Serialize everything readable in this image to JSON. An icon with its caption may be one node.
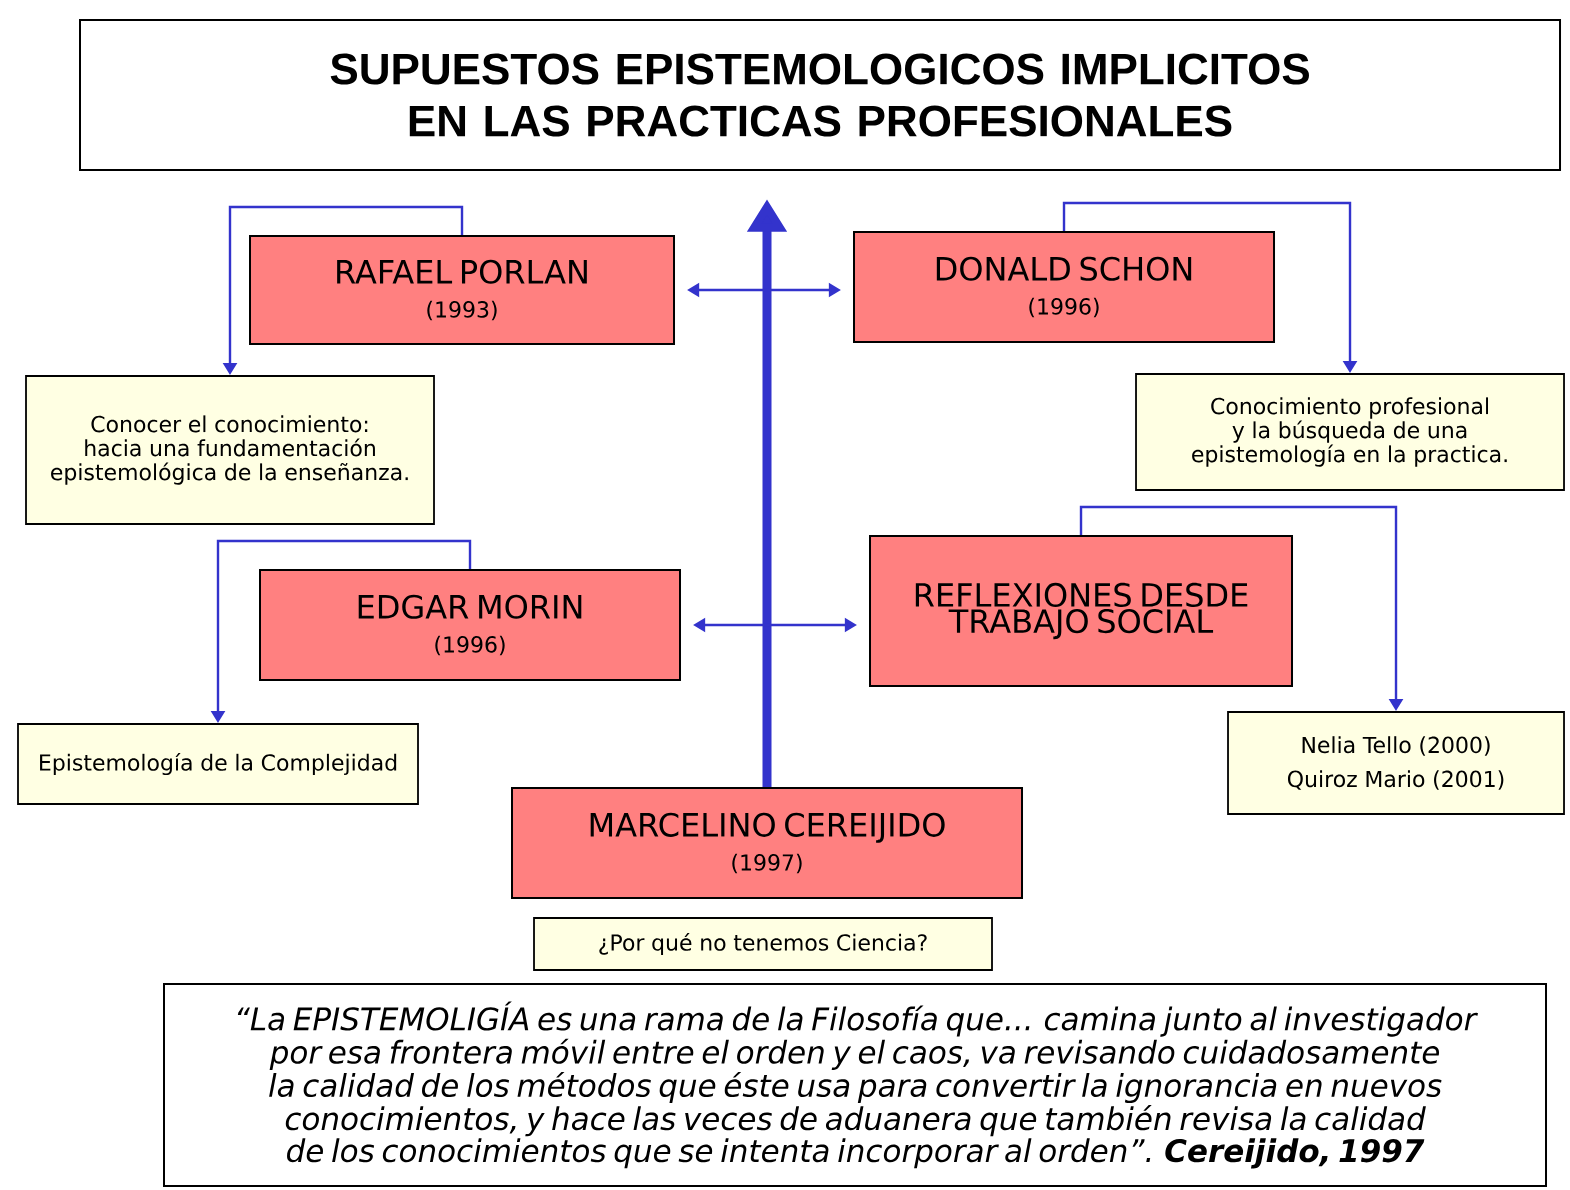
{
  "diagram": {
    "title": "SUPUESTOS EPISTEMOLOGICOS IMPLICITOS EN LAS PRACTICAS PROFESIONALES",
    "nodes": [
      {
        "text": [
          "RAFAEL PORLAN",
          "(1993)"
        ]
      },
      {
        "text": [
          "DONALD SCHON",
          "(1996)"
        ]
      },
      {
        "text": [
          "Conocer el conocimiento: hacia una fundamentación epistemológica de la enseñanza."
        ]
      },
      {
        "text": [
          "Conocimiento profesional y la búsqueda de una epistemología en la practica."
        ]
      },
      {
        "text": [
          "EDGAR MORIN",
          "(1996)"
        ]
      },
      {
        "text": [
          "REFLEXIONES DESDE TRABAJO SOCIAL"
        ]
      },
      {
        "text": [
          "Epistemología de la Complejidad"
        ]
      },
      {
        "text": [
          "Nelia Tello (2000)",
          "Quiroz Mario (2001)"
        ]
      },
      {
        "text": [
          "MARCELINO CEREIJIDO",
          "(1997)"
        ]
      },
      {
        "text": [
          "¿Por qué no tenemos Ciencia?"
        ]
      },
      {
        "text": [
          "“La EPISTEMOLIGÍA es una rama de la Filosofía que... camina junto al investigador por esa frontera móvil entre el orden y el caos, va revisando cuidadosamente la calidad de los métodos que éste usa para convertir la ignorancia en nuevos conocimientos, y hace las veces de aduanera que también revisa la calidad de los conocimientos que se intenta incorporar al orden”. **Cereijido, 1997**"
        ]
      }
    ],
    "edges": [
      {
        "from": 8,
        "to": null,
        "arrow": "to",
        "style": "thick"
      },
      {
        "from": 0,
        "to": 1,
        "arrow": "both"
      },
      {
        "from": 4,
        "to": 5,
        "arrow": "both"
      },
      {
        "from": 0,
        "to": 2,
        "arrow": "to"
      },
      {
        "from": 1,
        "to": 3,
        "arrow": "to"
      },
      {
        "from": 4,
        "to": 6,
        "arrow": "to"
      },
      {
        "from": 5,
        "to": 7,
        "arrow": "to"
      }
    ]
  }
}
